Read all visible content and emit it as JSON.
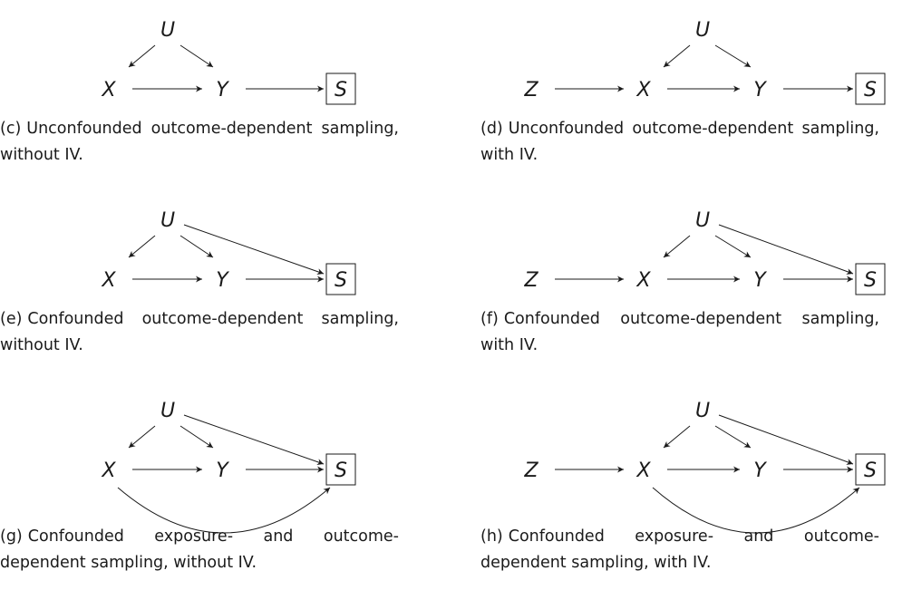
{
  "panels": [
    {
      "id": "c",
      "tag": "(c)",
      "caption": "Unconfounded outcome-dependent sampling, without IV.",
      "nodes": {
        "X": "X",
        "Y": "Y",
        "U": "U",
        "S": "S"
      },
      "has_instrument": false,
      "u_to_s": false,
      "x_to_s": false
    },
    {
      "id": "d",
      "tag": "(d)",
      "caption": "Unconfounded outcome-dependent sampling, with IV.",
      "nodes": {
        "Z": "Z",
        "X": "X",
        "Y": "Y",
        "U": "U",
        "S": "S"
      },
      "has_instrument": true,
      "u_to_s": false,
      "x_to_s": false
    },
    {
      "id": "e",
      "tag": "(e)",
      "caption": "Confounded outcome-dependent sampling, without IV.",
      "nodes": {
        "X": "X",
        "Y": "Y",
        "U": "U",
        "S": "S"
      },
      "has_instrument": false,
      "u_to_s": true,
      "x_to_s": false
    },
    {
      "id": "f",
      "tag": "(f)",
      "caption": "Confounded outcome-dependent sampling, with IV.",
      "nodes": {
        "Z": "Z",
        "X": "X",
        "Y": "Y",
        "U": "U",
        "S": "S"
      },
      "has_instrument": true,
      "u_to_s": true,
      "x_to_s": false
    },
    {
      "id": "g",
      "tag": "(g)",
      "caption": "Confounded exposure- and outcome-dependent sampling, without IV.",
      "nodes": {
        "X": "X",
        "Y": "Y",
        "U": "U",
        "S": "S"
      },
      "has_instrument": false,
      "u_to_s": true,
      "x_to_s": true
    },
    {
      "id": "h",
      "tag": "(h)",
      "caption": "Confounded exposure- and outcome-dependent sampling, with IV.",
      "nodes": {
        "Z": "Z",
        "X": "X",
        "Y": "Y",
        "U": "U",
        "S": "S"
      },
      "has_instrument": true,
      "u_to_s": true,
      "x_to_s": true
    }
  ]
}
